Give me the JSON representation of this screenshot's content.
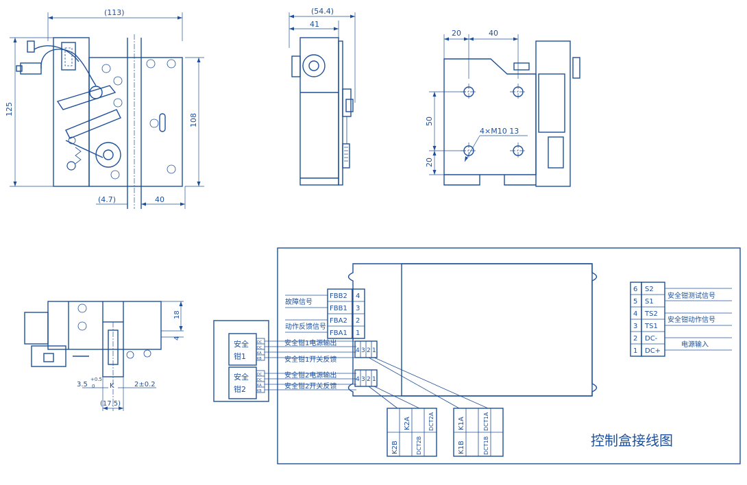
{
  "colors": {
    "line": "#1d4f9a",
    "background": "#ffffff"
  },
  "front_view": {
    "dim_width": "(113)",
    "dim_height": "125",
    "dim_inner_height": "108",
    "dim_rail_gap": "(4.7)",
    "dim_bottom_right": "40"
  },
  "side_view": {
    "dim_total": "(54.4)",
    "dim_body": "41"
  },
  "rear_view": {
    "dim_top_left": "20",
    "dim_top_right": "40",
    "dim_left_upper": "50",
    "dim_left_lower": "20",
    "hole_spec": "4×M10 13",
    "depth_symbol": "↧"
  },
  "top_view": {
    "dim_18": "18",
    "dim_4": "4",
    "tol_left_main": "3.5",
    "tol_left_upper": "+0.5",
    "tol_left_lower": "0",
    "tol_right": "2±0.2",
    "label_k": "K",
    "dim_bottom": "(17.5)"
  },
  "wiring": {
    "title": "控制盒接线图",
    "left_terminals": [
      {
        "label": "FBB2",
        "num": "4"
      },
      {
        "label": "FBB1",
        "num": "3"
      },
      {
        "label": "FBA2",
        "num": "2"
      },
      {
        "label": "FBA1",
        "num": "1"
      }
    ],
    "left_signals": {
      "fault": "故障信号",
      "action_feedback": "动作反馈信号"
    },
    "right_terminals": [
      {
        "num": "6",
        "label": "S2"
      },
      {
        "num": "5",
        "label": "S1"
      },
      {
        "num": "4",
        "label": "TS2"
      },
      {
        "num": "3",
        "label": "TS1"
      },
      {
        "num": "2",
        "label": "DC-"
      },
      {
        "num": "1",
        "label": "DC+"
      }
    ],
    "right_signals": {
      "test": "安全钳测试信号",
      "action": "安全钳动作信号",
      "power": "电源输入"
    },
    "clamps": [
      {
        "label_line1": "安全",
        "label_line2": "钳1",
        "pins": [
          "DC",
          "DC",
          "KA",
          "KB"
        ],
        "power_out": "安全钳1电源输出",
        "feedback": "安全钳1开关反馈",
        "connector": [
          "4",
          "3",
          "2",
          "1"
        ]
      },
      {
        "label_line1": "安全",
        "label_line2": "钳2",
        "pins": [
          "DC",
          "DC",
          "KA",
          "KB"
        ],
        "power_out": "安全钳2电源输出",
        "feedback": "安全钳2开关反馈",
        "connector": [
          "4",
          "3",
          "2",
          "1"
        ]
      }
    ],
    "connector_boxes": [
      {
        "a": "K2A",
        "b": "K2B",
        "c": "DCT2A",
        "d": "DCT2B"
      },
      {
        "a": "K1A",
        "b": "K1B",
        "c": "DCT1A",
        "d": "DCT1B"
      }
    ]
  }
}
